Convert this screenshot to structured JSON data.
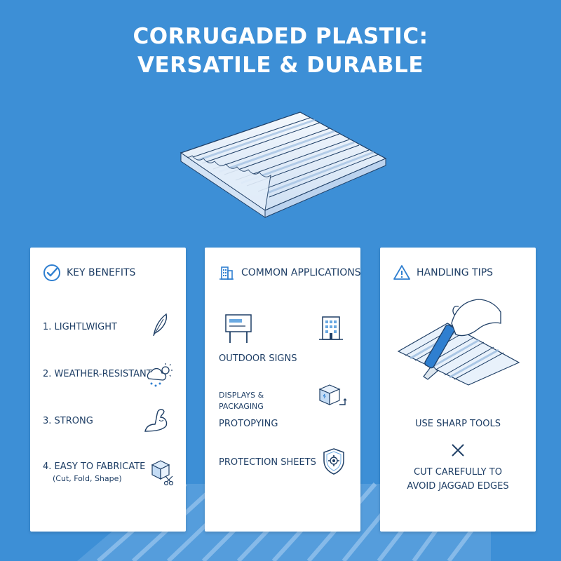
{
  "title": {
    "line1": "CORRUGADED PLASTIC:",
    "line2": "VERSATILE & DURABLE"
  },
  "colors": {
    "background": "#3d8fd6",
    "card": "#ffffff",
    "text": "#1f3f66",
    "accent": "#2f7fd0"
  },
  "cards": {
    "benefits": {
      "heading": "KEY BENEFITS",
      "heading_icon": "check-circle-icon",
      "items": [
        {
          "label": "1. LIGHTLWIGHT",
          "icon": "feather-icon"
        },
        {
          "label": "2. WEATHER-RESISTANT",
          "icon": "weather-icon"
        },
        {
          "label": "3. STRONG",
          "icon": "flexed-arm-icon"
        },
        {
          "label": "4. EASY TO FABRICATE",
          "sublabel": "(Cut, Fold, Shape)",
          "icon": "cube-scissors-icon"
        }
      ]
    },
    "applications": {
      "heading": "COMMON APPLICATIONS",
      "heading_icon": "building-icon",
      "items": [
        {
          "label": "OUTDOOR SIGNS",
          "icon": "signboard-icon"
        },
        {
          "label": "DISPLAYS &",
          "label2": "PACKAGING",
          "icon": "package-icon"
        },
        {
          "label": "PROTOPYING"
        },
        {
          "label": "PROTECTION SHEETS",
          "icon": "shield-gear-icon"
        }
      ],
      "extra_icon": "building-icon"
    },
    "tips": {
      "heading": "HANDLING TIPS",
      "heading_icon": "warning-icon",
      "illustration": "utility-knife-cutting-icon",
      "tip1": "USE SHARP TOOLS",
      "separator_icon": "x-icon",
      "tip2_line1": "CUT CAREFULLY TO",
      "tip2_line2": "AVOID JAGGAD EDGES"
    }
  }
}
